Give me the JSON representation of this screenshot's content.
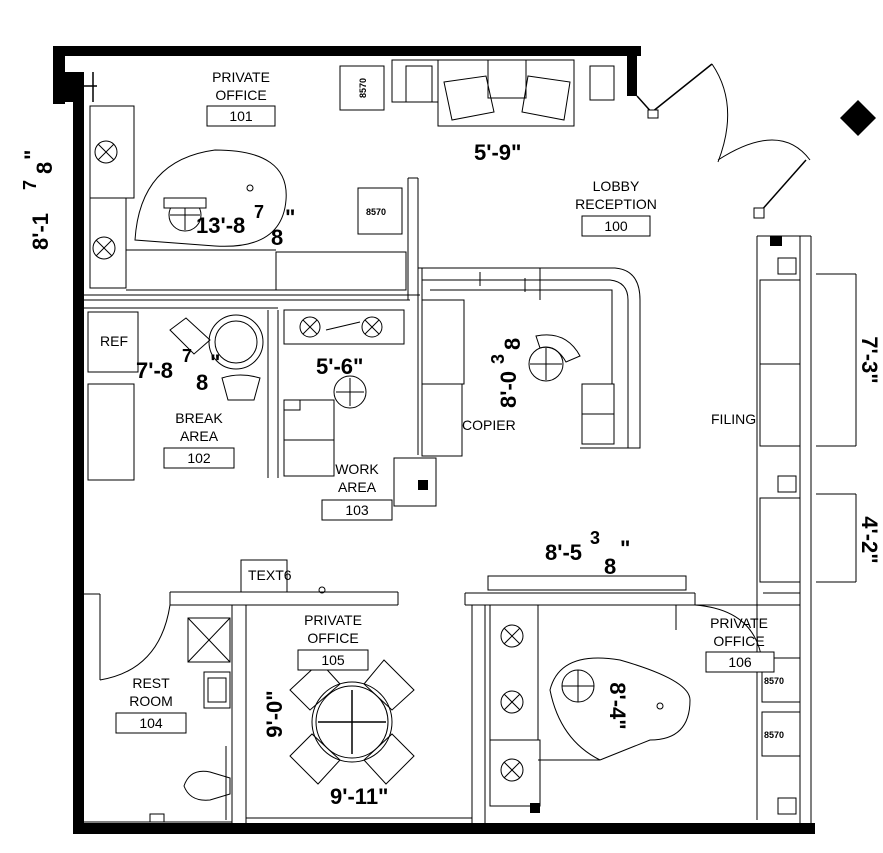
{
  "rooms": [
    {
      "id": "r101",
      "name_lines": [
        "PRIVATE",
        "OFFICE"
      ],
      "number": "101"
    },
    {
      "id": "r100",
      "name_lines": [
        "LOBBY",
        "RECEPTION"
      ],
      "number": "100"
    },
    {
      "id": "r102",
      "name_lines": [
        "BREAK",
        "AREA"
      ],
      "number": "102"
    },
    {
      "id": "r103",
      "name_lines": [
        "WORK",
        "AREA"
      ],
      "number": "103"
    },
    {
      "id": "r104",
      "name_lines": [
        "REST",
        "ROOM"
      ],
      "number": "104"
    },
    {
      "id": "r105",
      "name_lines": [
        "PRIVATE",
        "OFFICE"
      ],
      "number": "105"
    },
    {
      "id": "r106",
      "name_lines": [
        "PRIVATE",
        "OFFICE"
      ],
      "number": "106"
    }
  ],
  "labels": {
    "ref": "REF",
    "copier": "COPIER",
    "filing": "FILING",
    "text6": "TEXT6"
  },
  "chair_tag": "8570",
  "dimensions": {
    "d_5_9": "5'-9\"",
    "d_8_1": "8'-1",
    "d_13_8": "13'-8",
    "d_7_8": "7'-8",
    "d_5_6": "5'-6\"",
    "d_8_0": "8'-0",
    "d_7_3": "7'-3\"",
    "d_8_5": "8'-5",
    "d_4_2": "4'-2\"",
    "d_9_0": "9'-0\"",
    "d_8_4": "8'-4\"",
    "d_9_11": "9'-11\""
  },
  "fractions": {
    "f1_num": "7",
    "f1_den": "8",
    "f2_num": "7",
    "f2_den": "8",
    "f3_num": "7",
    "f3_den": "8",
    "f4_num": "3",
    "f4_den": "8",
    "f5_num": "3",
    "f5_den": "8",
    "inch": "\""
  }
}
